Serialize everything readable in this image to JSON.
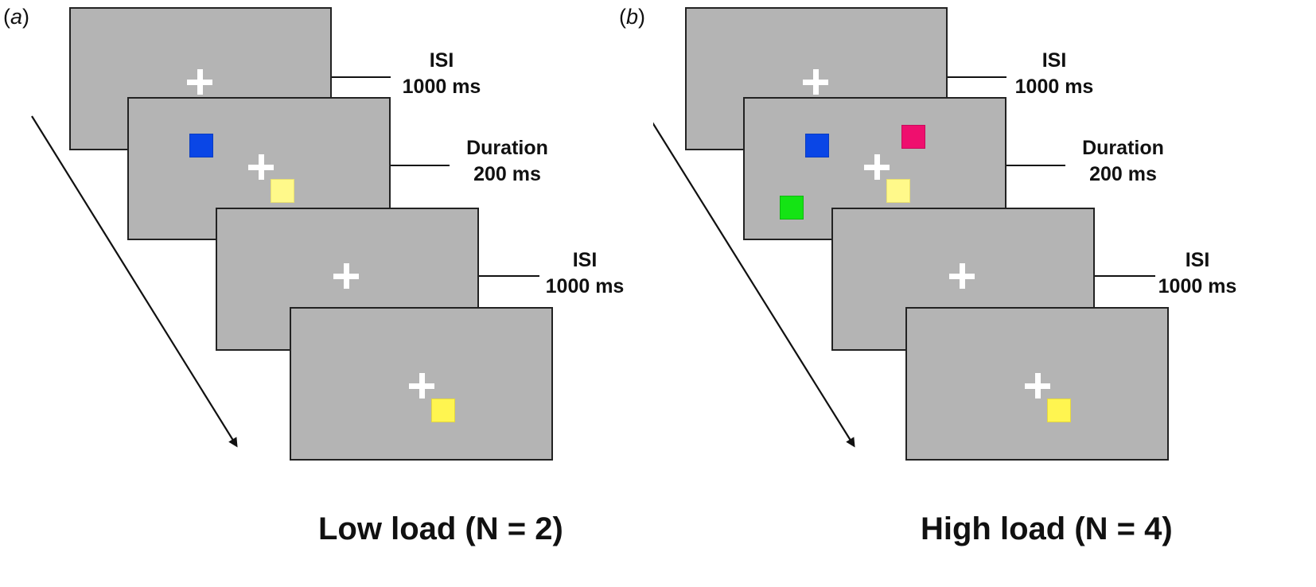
{
  "panels": [
    {
      "letter": "a",
      "caption": "Low load (N = 2)",
      "labels": {
        "isi_1_name": "ISI",
        "isi_1_value": "1000 ms",
        "duration_name": "Duration",
        "duration_value": "200 ms",
        "isi_2_name": "ISI",
        "isi_2_value": "1000 ms"
      },
      "memory_array_colors": [
        "#0a46e6",
        "#fff98a"
      ],
      "probe_color": "#fff550"
    },
    {
      "letter": "b",
      "caption": "High load (N = 4)",
      "labels": {
        "isi_1_name": "ISI",
        "isi_1_value": "1000 ms",
        "duration_name": "Duration",
        "duration_value": "200 ms",
        "isi_2_name": "ISI",
        "isi_2_value": "1000 ms"
      },
      "memory_array_colors": [
        "#0a46e6",
        "#ef0f6e",
        "#fff98a",
        "#14e414"
      ],
      "probe_color": "#fff550"
    }
  ]
}
